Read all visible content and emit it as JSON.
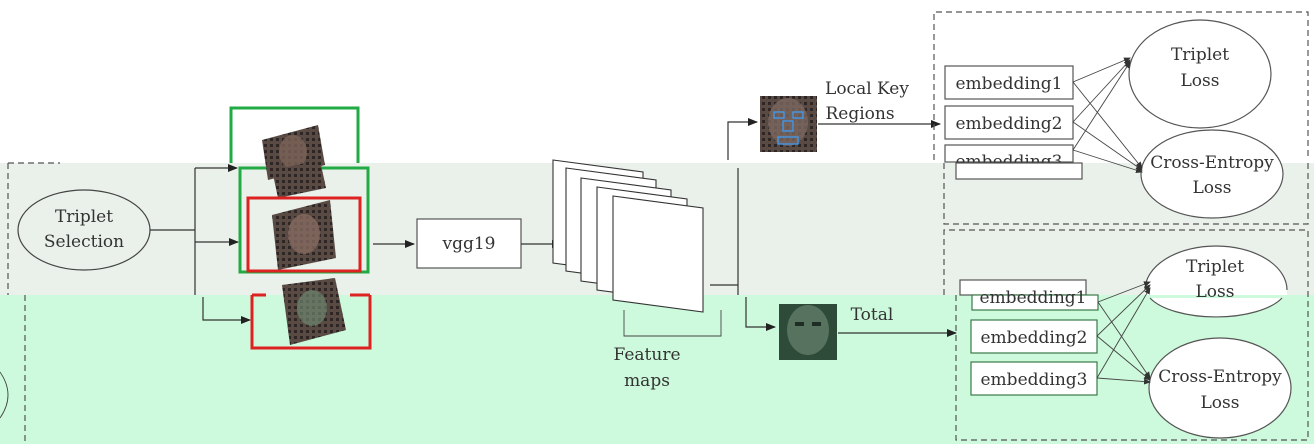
{
  "colors": {
    "band_gray": "#eaf0ea",
    "band_green": "#cdfadc",
    "positive_frame": "#22aa44",
    "negative_frame": "#dd2222"
  },
  "diagram": {
    "triplet_selection": {
      "line1": "Triplet",
      "line2": "Selection"
    },
    "backbone": "vgg19",
    "feature_maps": {
      "line1": "Feature",
      "line2": "maps"
    },
    "local_branch": {
      "label_line1": "Local Key",
      "label_line2": "Regions",
      "embeddings": [
        "embedding1",
        "embedding2",
        "embedding3"
      ],
      "triplet_loss": {
        "line1": "Triplet",
        "line2": "Loss"
      },
      "ce_loss": {
        "line1": "Cross-Entropy",
        "line2": "Loss"
      }
    },
    "total_branch": {
      "label": "Total",
      "embeddings": [
        "embedding1",
        "embedding2",
        "embedding3"
      ],
      "triplet_loss": {
        "line1": "Triplet",
        "line2": "Loss"
      },
      "ce_loss": {
        "line1": "Cross-Entropy",
        "line2": "Loss"
      }
    },
    "icons": [
      "face-image-icon",
      "landmark-face-icon"
    ]
  }
}
